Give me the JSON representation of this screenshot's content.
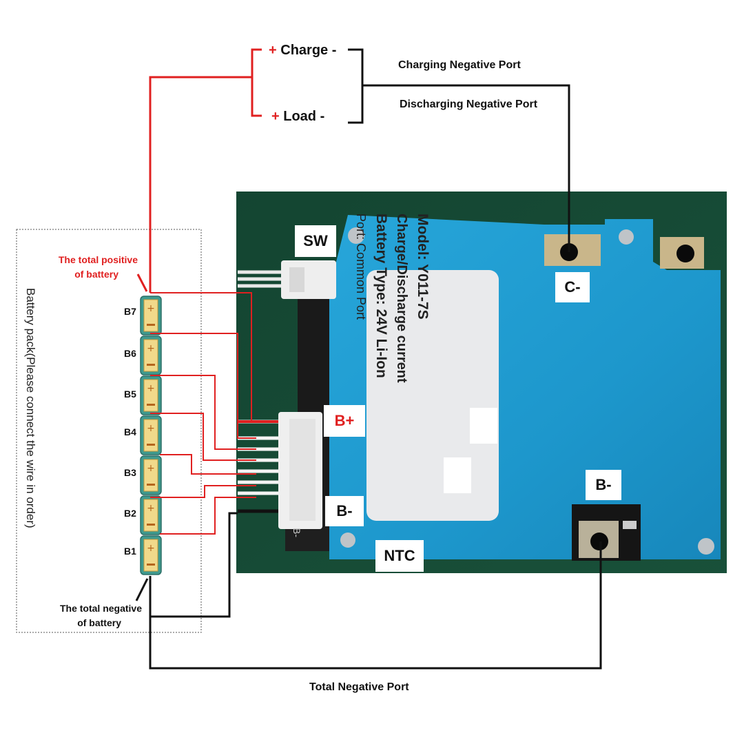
{
  "ports": {
    "charge": "Charge",
    "load": "Load",
    "plus": "+",
    "minus": "-",
    "charging_negative": "Charging Negative Port",
    "discharging_negative": "Discharging Negative Port",
    "total_negative": "Total Negative Port"
  },
  "battery": {
    "pack_label": "Battery pack(Please connect the wire in order)",
    "total_positive": "The total positive of battery",
    "total_positive_l1": "The total positive",
    "total_positive_l2": "of battery",
    "total_negative_l1": "The total negative",
    "total_negative_l2": "of battery",
    "cells": [
      "B7",
      "B6",
      "B5",
      "B4",
      "B3",
      "B2",
      "B1"
    ]
  },
  "board": {
    "sw": "SW",
    "b_plus": "B+",
    "b_minus_connector": "B-",
    "ntc": "NTC",
    "c_minus": "C-",
    "b_minus_pad": "B-",
    "silk_b_minus": "B-",
    "label": {
      "model": "Model:  Y011-7S",
      "current": "Charge/Discharge current",
      "type": "Battery Type:  24V Li-Ion",
      "port": "Port: Common Port"
    }
  },
  "colors": {
    "wire_red": "#e02020",
    "wire_black": "#111111",
    "pcb_green": "#174b36",
    "pcb_cover": "#1f9fd3"
  }
}
